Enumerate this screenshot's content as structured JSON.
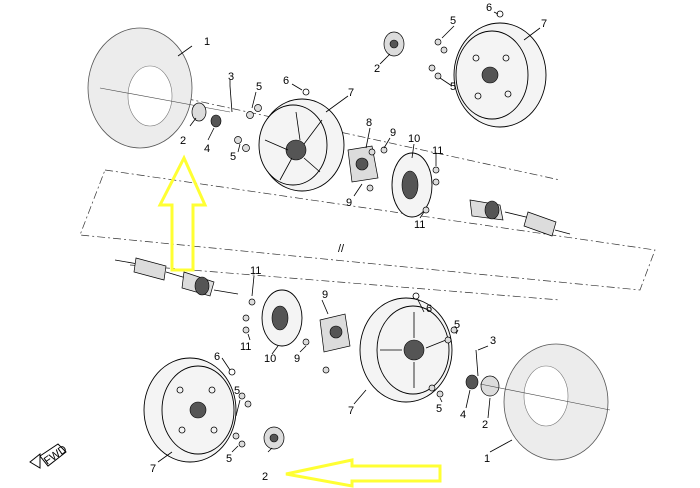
{
  "callouts": {
    "tl_tire": "1",
    "tl_hub": "2",
    "tl_cotter": "3",
    "tl_nut": "4",
    "tl_lugs_a": "5",
    "tl_lugs_b": "5",
    "tl_valve": "6",
    "tl_rim": "7",
    "tl_hub_assy": "8",
    "tl_bolts_a": "9",
    "tl_bolts_b": "9",
    "tl_disc": "10",
    "tl_screws_a": "11",
    "tl_screws_b": "11",
    "tr_hub": "2",
    "tr_lugs_a": "5",
    "tr_lugs_b": "5",
    "tr_valve": "6",
    "tr_rim": "7",
    "bl_screws_a": "11",
    "bl_screws_b": "11",
    "bl_bolts_a": "9",
    "bl_bolts_b": "9",
    "bl_disc": "10",
    "br_valve": "6",
    "br_lugs_a": "5",
    "br_lugs_b": "5",
    "br_cotter": "3",
    "br_nut": "4",
    "br_rim": "7",
    "br_tire": "1",
    "br_hub": "2",
    "bl_valve": "6",
    "bl_lugs_a": "5",
    "bl_lugs_b": "5",
    "bl_rim": "7",
    "bl_hub": "2"
  },
  "fwd_badge": "FWD",
  "colors": {
    "highlight_arrow": "#ffff33",
    "line": "#000000",
    "tire": "#ececec"
  },
  "icons": {
    "direction": "fwd-arrow-icon"
  }
}
